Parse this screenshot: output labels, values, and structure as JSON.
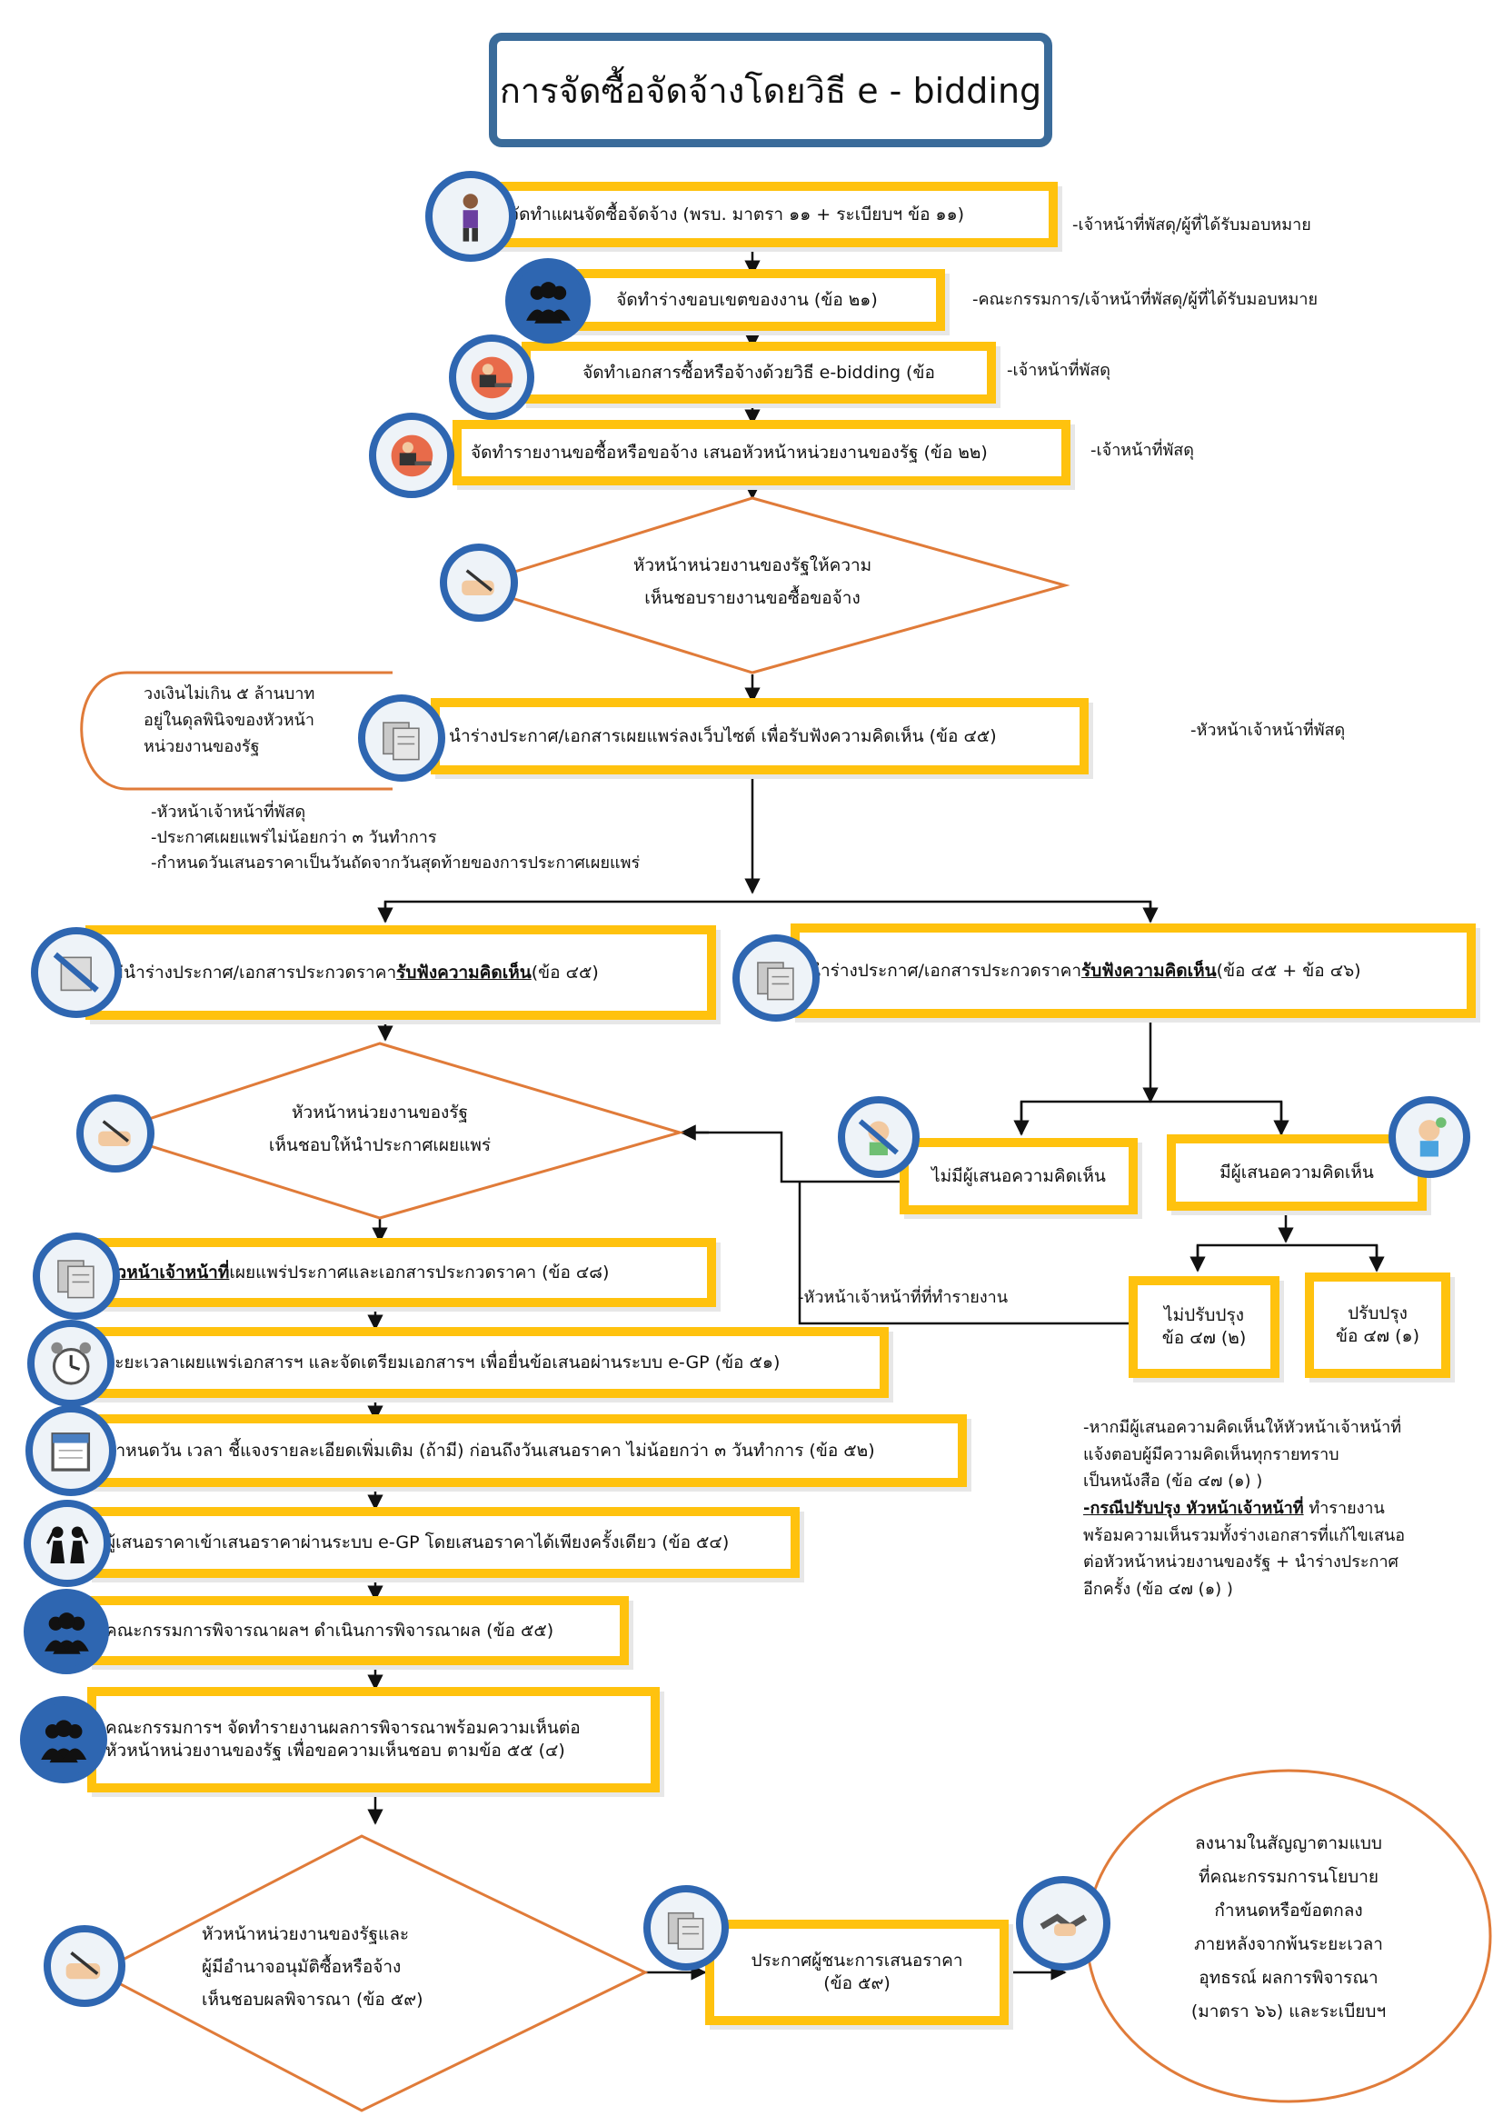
{
  "title": "การจัดซื้อจัดจ้างโดยวิธี e - bidding",
  "steps": {
    "s1": "จัดทำแผนจัดซื้อจัดจ้าง (พรบ. มาตรา ๑๑ + ระเบียบฯ ข้อ ๑๑)",
    "s2": "จัดทำร่างขอบเขตของงาน (ข้อ ๒๑)",
    "s3": "จัดทำเอกสารซื้อหรือจ้างด้วยวิธี e-bidding (ข้อ",
    "s4": "จัดทำรายงานขอซื้อหรือขอจ้าง เสนอหัวหน้าหน่วยงานของรัฐ (ข้อ ๒๒)",
    "s5": "นำร่างประกาศ/เอกสารเผยแพร่ลงเว็บไซต์ เพื่อรับฟังความคิดเห็น (ข้อ ๔๕)",
    "s6_pre": "ไม่นำร่างประกาศ/เอกสารประกวดราคา",
    "s6_u": "รับฟังความคิดเห็น",
    "s6_post": " (ข้อ ๔๕)",
    "s7_pre": "นำร่างประกาศ/เอกสารประกวดราคา",
    "s7_u": "รับฟังความคิดเห็น",
    "s7_post": " (ข้อ ๔๕ + ข้อ ๔๖)",
    "no_comment": "ไม่มีผู้เสนอความคิดเห็น",
    "has_comment": "มีผู้เสนอความคิดเห็น",
    "no_improve_1": "ไม่ปรับปรุง",
    "no_improve_2": "ข้อ ๔๗ (๒)",
    "improve_1": "ปรับปรุง",
    "improve_2": "ข้อ ๔๗ (๑)",
    "s8_u": "หัวหน้าเจ้าหน้าที่",
    "s8_post": "เผยแพร่ประกาศและเอกสารประกวดราคา (ข้อ ๔๘)",
    "s9": "ระยะเวลาเผยแพร่เอกสารฯ และจัดเตรียมเอกสารฯ เพื่อยื่นข้อเสนอผ่านระบบ e-GP (ข้อ ๕๑)",
    "s10": "กำหนดวัน เวลา ชี้แจงรายละเอียดเพิ่มเติม (ถ้ามี) ก่อนถึงวันเสนอราคา ไม่น้อยกว่า ๓ วันทำการ (ข้อ ๕๒)",
    "s11": "ผู้เสนอราคาเข้าเสนอราคาผ่านระบบ e-GP โดยเสนอราคาได้เพียงครั้งเดียว (ข้อ ๕๔)",
    "s12": "คณะกรรมการพิจารณาผลฯ ดำเนินการพิจารณาผล (ข้อ ๕๕)",
    "s13_1": "คณะกรรมการฯ จัดทำรายงานผลการพิจารณาพร้อมความเห็นต่อ",
    "s13_2": "หัวหน้าหน่วยงานของรัฐ เพื่อขอความเห็นชอบ ตามข้อ ๕๕ (๔)",
    "s14_1": "ประกาศผู้ชนะการเสนอราคา",
    "s14_2": "(ข้อ ๕๙)"
  },
  "decisions": {
    "d1_1": "หัวหน้าหน่วยงานของรัฐให้ความ",
    "d1_2": "เห็นชอบรายงานขอซื้อขอจ้าง",
    "d2_1": "หัวหน้าหน่วยงานของรัฐ",
    "d2_2": "เห็นชอบให้นำประกาศเผยแพร่",
    "d3_1": "หัวหน้าหน่วยงานของรัฐและ",
    "d3_2": "ผู้มีอำนาจอนุมัติซื้อหรือจ้าง",
    "d3_3": "เห็นชอบผลพิจารณา (ข้อ ๕๙)"
  },
  "notes": {
    "n1": "-เจ้าหน้าที่พัสดุ/ผู้ที่ได้รับมอบหมาย",
    "n2": "-คณะกรรมการ/เจ้าหน้าที่พัสดุ/ผู้ที่ได้รับมอบหมาย",
    "n3": "-เจ้าหน้าที่พัสดุ",
    "n4": "-เจ้าหน้าที่พัสดุ",
    "n5": "-หัวหน้าเจ้าหน้าที่พัสดุ",
    "mid_1": "-หัวหน้าเจ้าหน้าที่พัสดุ",
    "mid_2": "-ประกาศเผยแพร่ไม่น้อยกว่า ๓ วันทำการ",
    "mid_3": "-กำหนดวันเสนอราคาเป็นวันถัดจากวันสุดท้ายของการประกาศเผยแพร่",
    "reporter": "-หัวหน้าเจ้าหน้าที่ที่ทำรายงาน",
    "r_1": "-หากมีผู้เสนอความคิดเห็นให้หัวหน้าเจ้าหน้าที่",
    "r_2": "แจ้งตอบผู้มีความคิดเห็นทุกรายทราบ",
    "r_3": "เป็นหนังสือ (ข้อ ๔๗ (๑) )",
    "r_4a": "-กรณีปรับปรุง",
    "r_4b": " หัวหน้าเจ้าหน้าที่",
    "r_4c": " ทำรายงาน",
    "r_5": "พร้อมความเห็นรวมทั้งร่างเอกสารที่แก้ไขเสนอ",
    "r_6": "ต่อหัวหน้าหน่วยงานของรัฐ + นำร่างประกาศ",
    "r_7": "อีกครั้ง (ข้อ ๔๗ (๑) )"
  },
  "budget": {
    "l1": "วงเงินไม่เกิน ๕ ล้านบาท",
    "l2": "อยู่ในดุลพินิจของหัวหน้า",
    "l3": "หน่วยงานของรัฐ"
  },
  "final": {
    "l1": "ลงนามในสัญญาตามแบบ",
    "l2": "ที่คณะกรรมการนโยบาย",
    "l3": "กำหนดหรือข้อตกลง",
    "l4": "ภายหลังจากพ้นระยะเวลา",
    "l5": "อุทธรณ์    ผลการพิจารณา",
    "l6": "(มาตรา ๖๖) และระเบียบฯ"
  },
  "colors": {
    "box_border": "#ffc20e",
    "icon_ring": "#2e66b1",
    "diamond": "#e07b39",
    "title_border": "#3a6b9a"
  }
}
